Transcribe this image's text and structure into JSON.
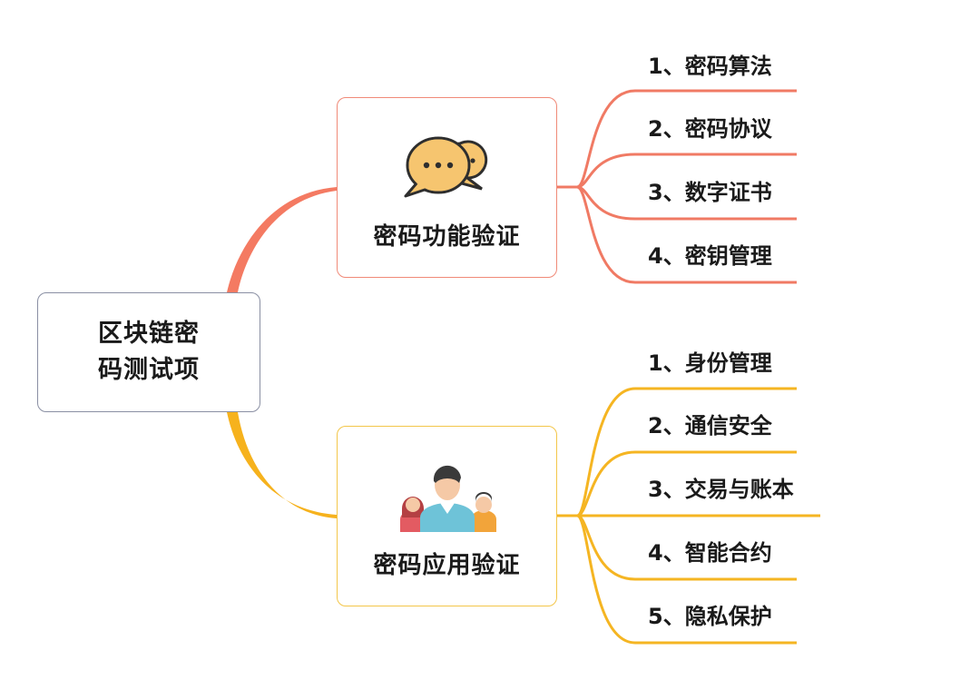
{
  "root": {
    "label_line1": "区块链密",
    "label_line2": "码测试项"
  },
  "branches": [
    {
      "label": "密码功能验证",
      "icon": "chat-bubbles-icon",
      "color": "#f07a64",
      "items": [
        "1、密码算法",
        "2、密码协议",
        "3、数字证书",
        "4、密钥管理"
      ]
    },
    {
      "label": "密码应用验证",
      "icon": "users-group-icon",
      "color": "#f5b522",
      "items": [
        "1、身份管理",
        "2、通信安全",
        "3、交易与账本",
        "4、智能合约",
        "5、隐私保护"
      ]
    }
  ]
}
